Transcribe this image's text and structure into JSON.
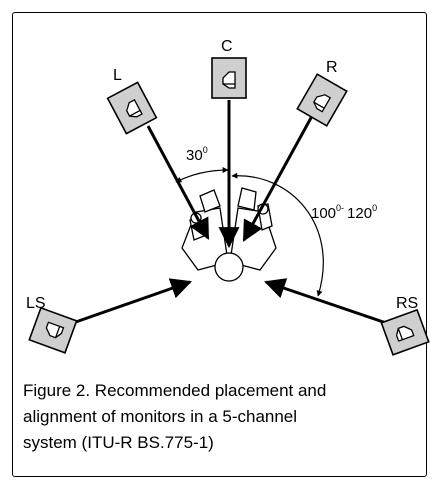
{
  "speakers": {
    "left": "L",
    "center": "C",
    "right": "R",
    "left_surround": "LS",
    "right_surround": "RS"
  },
  "angles": {
    "front": {
      "value": "30",
      "unit": "0"
    },
    "surround": {
      "from": "100",
      "from_unit": "0",
      "separator": "-",
      "to": "120",
      "to_unit": "0"
    }
  },
  "caption": {
    "line1": "Figure 2. Recommended placement and",
    "line2": "alignment of monitors in a 5-channel",
    "line3": "system (ITU-R BS.775-1)"
  },
  "colors": {
    "speaker_fill": "#cfcfcf",
    "stroke": "#000000",
    "background": "#ffffff"
  }
}
